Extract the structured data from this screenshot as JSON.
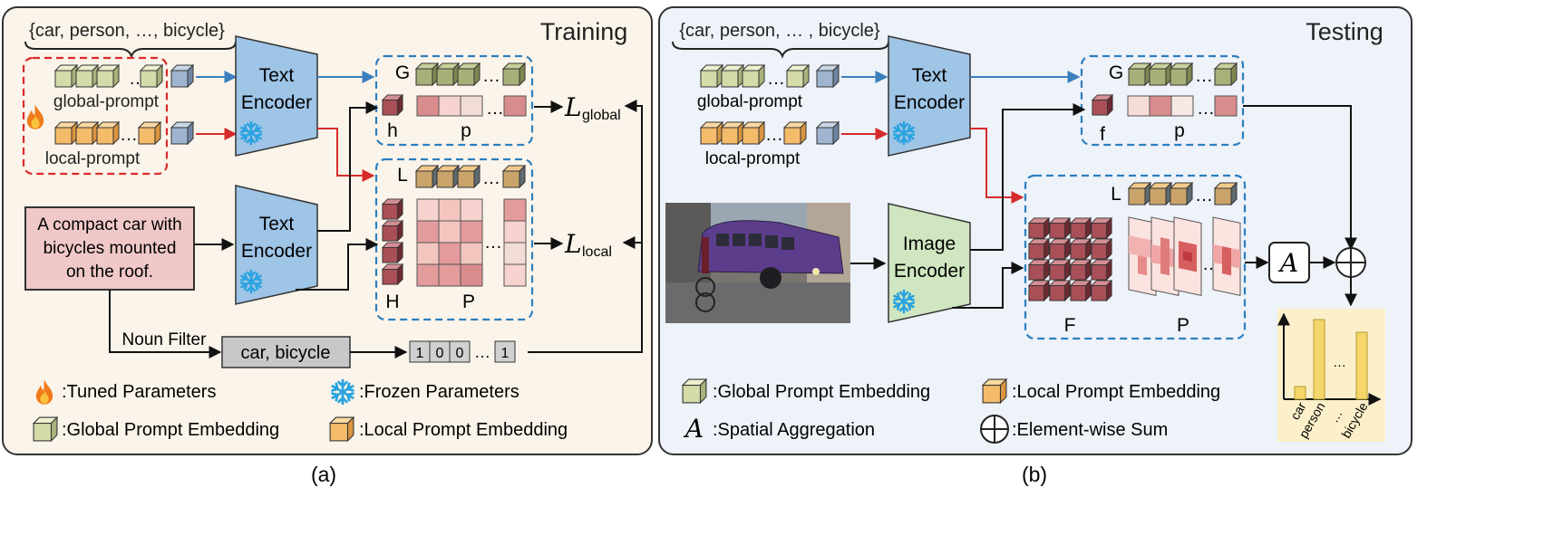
{
  "panel_a": {
    "title": "Training",
    "caption": "(a)",
    "class_set": "{car, person, …, bicycle}",
    "global_prompt_label": "global-prompt",
    "local_prompt_label": "local-prompt",
    "text_encoder_top": [
      "Text",
      "Encoder"
    ],
    "text_encoder_bottom": [
      "Text",
      "Encoder"
    ],
    "sentence": [
      "A compact car with",
      "bicycles mounted",
      "on the roof."
    ],
    "noun_filter_label": "Noun Filter",
    "noun_result": "car, bicycle",
    "label_vector": [
      "1",
      "0",
      "0",
      "1"
    ],
    "global_box": {
      "G": "G",
      "h": "h",
      "p": "p"
    },
    "local_box": {
      "L": "L",
      "H": "H",
      "P": "P"
    },
    "loss_global": {
      "symbol": "L",
      "sub": "global"
    },
    "loss_local": {
      "symbol": "L",
      "sub": "local"
    },
    "legend": {
      "tuned": ":Tuned Parameters",
      "frozen": ":Frozen Parameters",
      "global_embed": ":Global Prompt Embedding",
      "local_embed": ":Local Prompt Embedding"
    }
  },
  "panel_b": {
    "title": "Testing",
    "caption": "(b)",
    "class_set": "{car, person, … , bicycle}",
    "global_prompt_label": "global-prompt",
    "local_prompt_label": "local-prompt",
    "text_encoder": [
      "Text",
      "Encoder"
    ],
    "image_encoder": [
      "Image",
      "Encoder"
    ],
    "global_box": {
      "G": "G",
      "f": "f",
      "p": "p"
    },
    "local_box": {
      "L": "L",
      "F": "F",
      "P": "P"
    },
    "aggregation_symbol": "A",
    "bar_chart_labels": [
      "car",
      "person",
      "…",
      "bicycle"
    ],
    "legend": {
      "global_embed": ":Global Prompt Embedding",
      "local_embed": ":Local Prompt Embedding",
      "aggregation": ":Spatial Aggregation",
      "sum": ":Element-wise Sum"
    }
  },
  "colors": {
    "panel_a_bg": "#fbf4ea",
    "panel_b_bg": "#eef2f9",
    "global_cube": "#d4dba8",
    "global_cube_dark": "#b6bf86",
    "local_cube": "#f4bb6a",
    "class_cube": "#9fb4cf",
    "encoder_blue": "#9ec4e6",
    "image_encoder": "#cfe6c0",
    "feature_red": "#a84f57",
    "arrow_blue": "#3b7fbd",
    "arrow_red": "#d62b2b",
    "dashed_blue": "#2c7fbf",
    "dashed_red": "#d92b2b",
    "sentence_bg": "#f0c8c8",
    "bar_yellow": "#f4d66a"
  }
}
